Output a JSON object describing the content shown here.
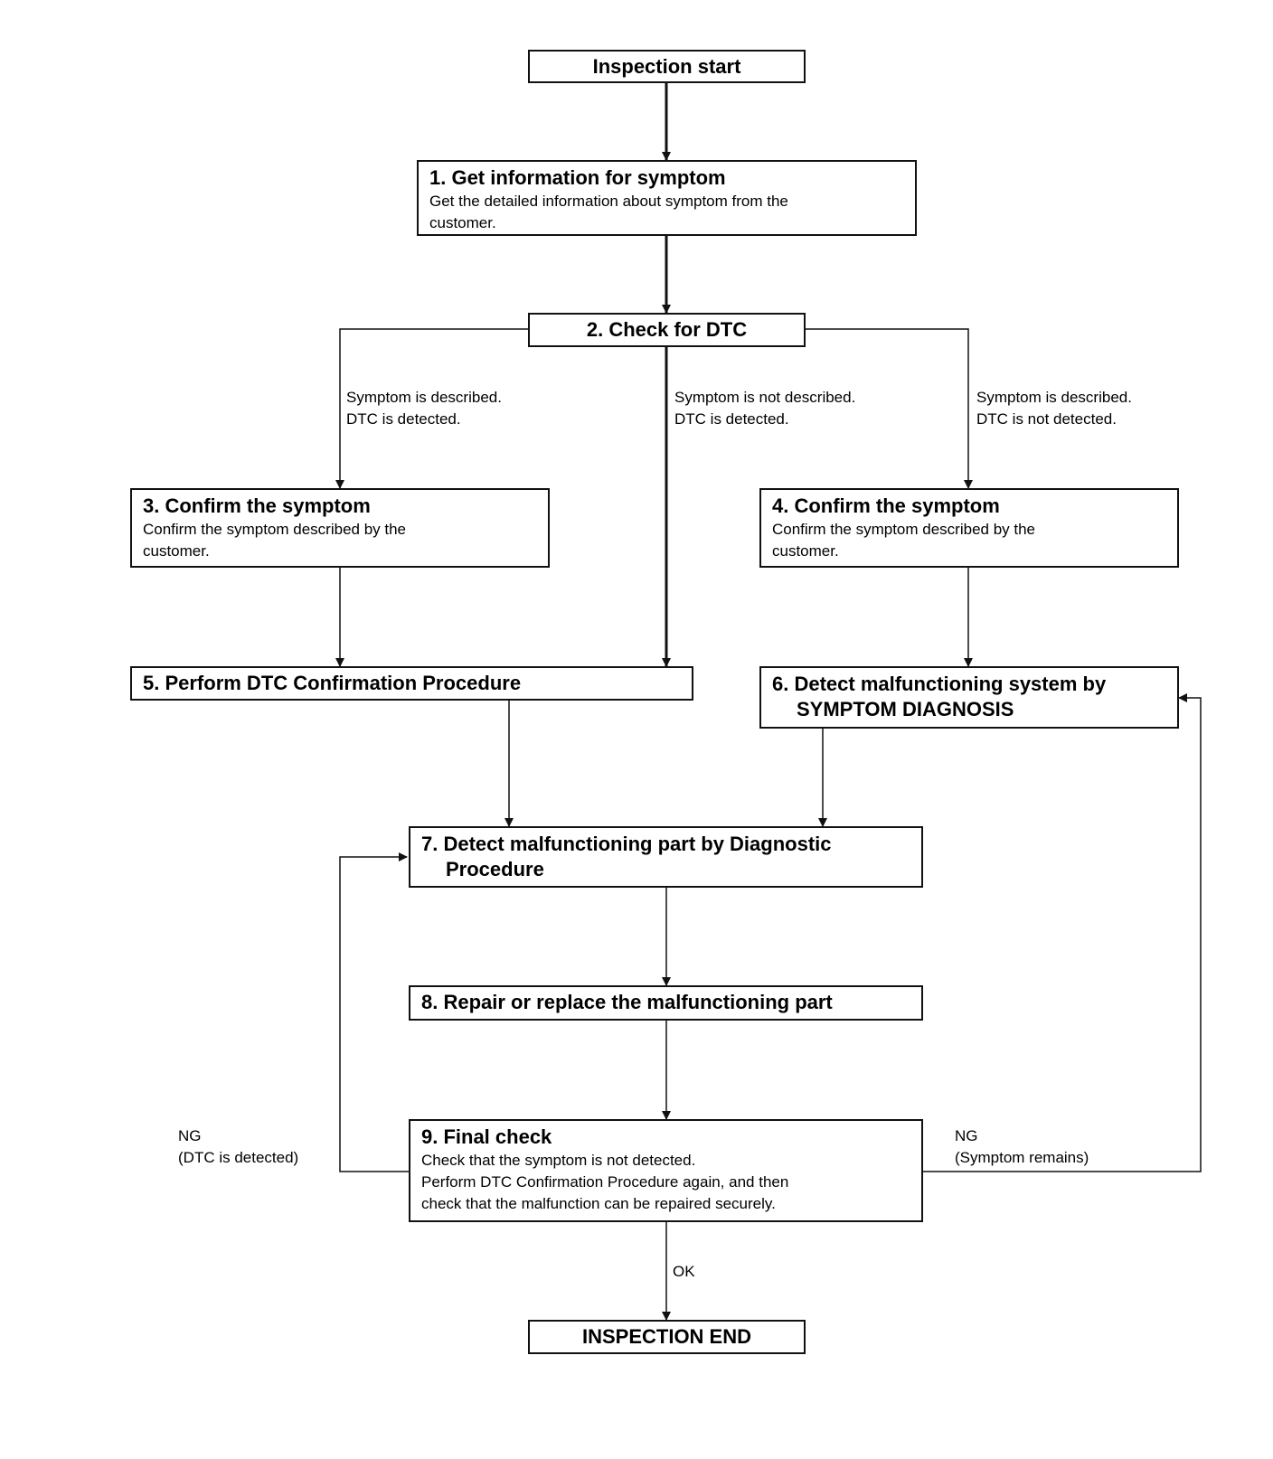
{
  "flowchart": {
    "start": "Inspection start",
    "end": "INSPECTION END",
    "steps": {
      "s1": {
        "title": "1. Get information for symptom",
        "desc": "Get the detailed information about symptom from the\ncustomer."
      },
      "s2": {
        "title": "2. Check for DTC"
      },
      "s3": {
        "title": "3. Confirm the symptom",
        "desc": "Confirm the symptom described by the\ncustomer."
      },
      "s4": {
        "title": "4. Confirm the symptom",
        "desc": "Confirm the symptom described by the\ncustomer."
      },
      "s5": {
        "title": "5. Perform DTC Confirmation Procedure"
      },
      "s6": {
        "title": "6. Detect malfunctioning system by",
        "title_cont": "SYMPTOM DIAGNOSIS"
      },
      "s7": {
        "title": "7. Detect malfunctioning part by Diagnostic",
        "title_cont": "Procedure"
      },
      "s8": {
        "title": "8. Repair or replace the malfunctioning part"
      },
      "s9": {
        "title": "9. Final check",
        "desc": "Check that the symptom is not detected.\nPerform DTC Confirmation Procedure again, and then\ncheck that the malfunction can be repaired securely."
      }
    },
    "branch_labels": {
      "left": "Symptom is described.\nDTC is detected.",
      "middle": "Symptom is not described.\nDTC is detected.",
      "right": "Symptom is described.\nDTC is not detected.",
      "ng_left": "NG\n(DTC is detected)",
      "ng_right": "NG\n(Symptom remains)",
      "ok": "OK"
    }
  }
}
